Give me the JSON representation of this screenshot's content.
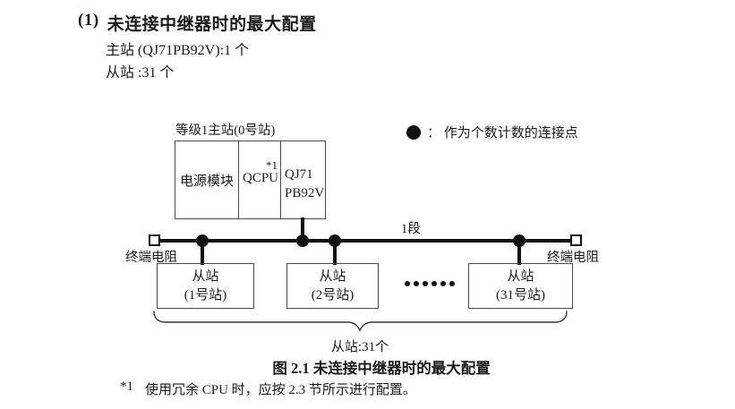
{
  "header": {
    "number": "(1)",
    "title": "未连接中继器时的最大配置",
    "master_line": "主站 (QJ71PB92V):1 个",
    "slave_line": "从站 :31 个"
  },
  "diagram": {
    "master_station_label": "等级1主站(0号站)",
    "master_cells": {
      "power": "电源模块",
      "cpu": "QCPU",
      "cpu_note": "*1",
      "module_line1": "QJ71",
      "module_line2": "PB92V"
    },
    "legend_text": "：  作为个数计数的连接点",
    "segment_label": "1段",
    "left_terminator": "终端电阻",
    "right_terminator": "终端电阻",
    "slave1": {
      "name": "从站",
      "station": "(1号站)"
    },
    "slave2": {
      "name": "从站",
      "station": "(2号站)"
    },
    "slave31": {
      "name": "从站",
      "station": "(31号站)"
    },
    "omitted_dot_count": 6,
    "brace_label": "从站:31个"
  },
  "caption": "图 2.1 未连接中继器时的最大配置",
  "footnote": {
    "ref": "*1",
    "text": "使用冗余 CPU 时，应按 2.3 节所示进行配置。"
  },
  "colors": {
    "ink": "#1a1a1a",
    "line": "#111111",
    "box_border": "#4a4a4a"
  }
}
